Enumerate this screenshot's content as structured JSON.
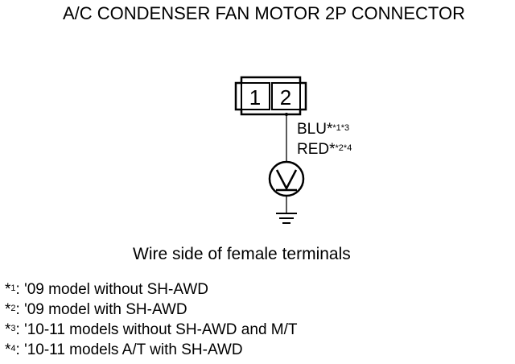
{
  "title": "A/C CONDENSER FAN MOTOR 2P CONNECTOR",
  "connector": {
    "pins": [
      "1",
      "2"
    ]
  },
  "wire": {
    "color1": "BLU",
    "color1_ref": "*1*3",
    "color2": "RED",
    "color2_ref": "*2*4"
  },
  "meter_symbol": "V",
  "caption": "Wire side of female terminals",
  "notes": [
    {
      "mark": "*",
      "ref": "1",
      "text": ": '09 model without SH-AWD"
    },
    {
      "mark": "*",
      "ref": "2",
      "text": ": '09 model with SH-AWD"
    },
    {
      "mark": "*",
      "ref": "3",
      "text": ": '10-11 models without SH-AWD and M/T"
    },
    {
      "mark": "*",
      "ref": "4",
      "text": ": '10-11 models A/T with SH-AWD"
    }
  ]
}
